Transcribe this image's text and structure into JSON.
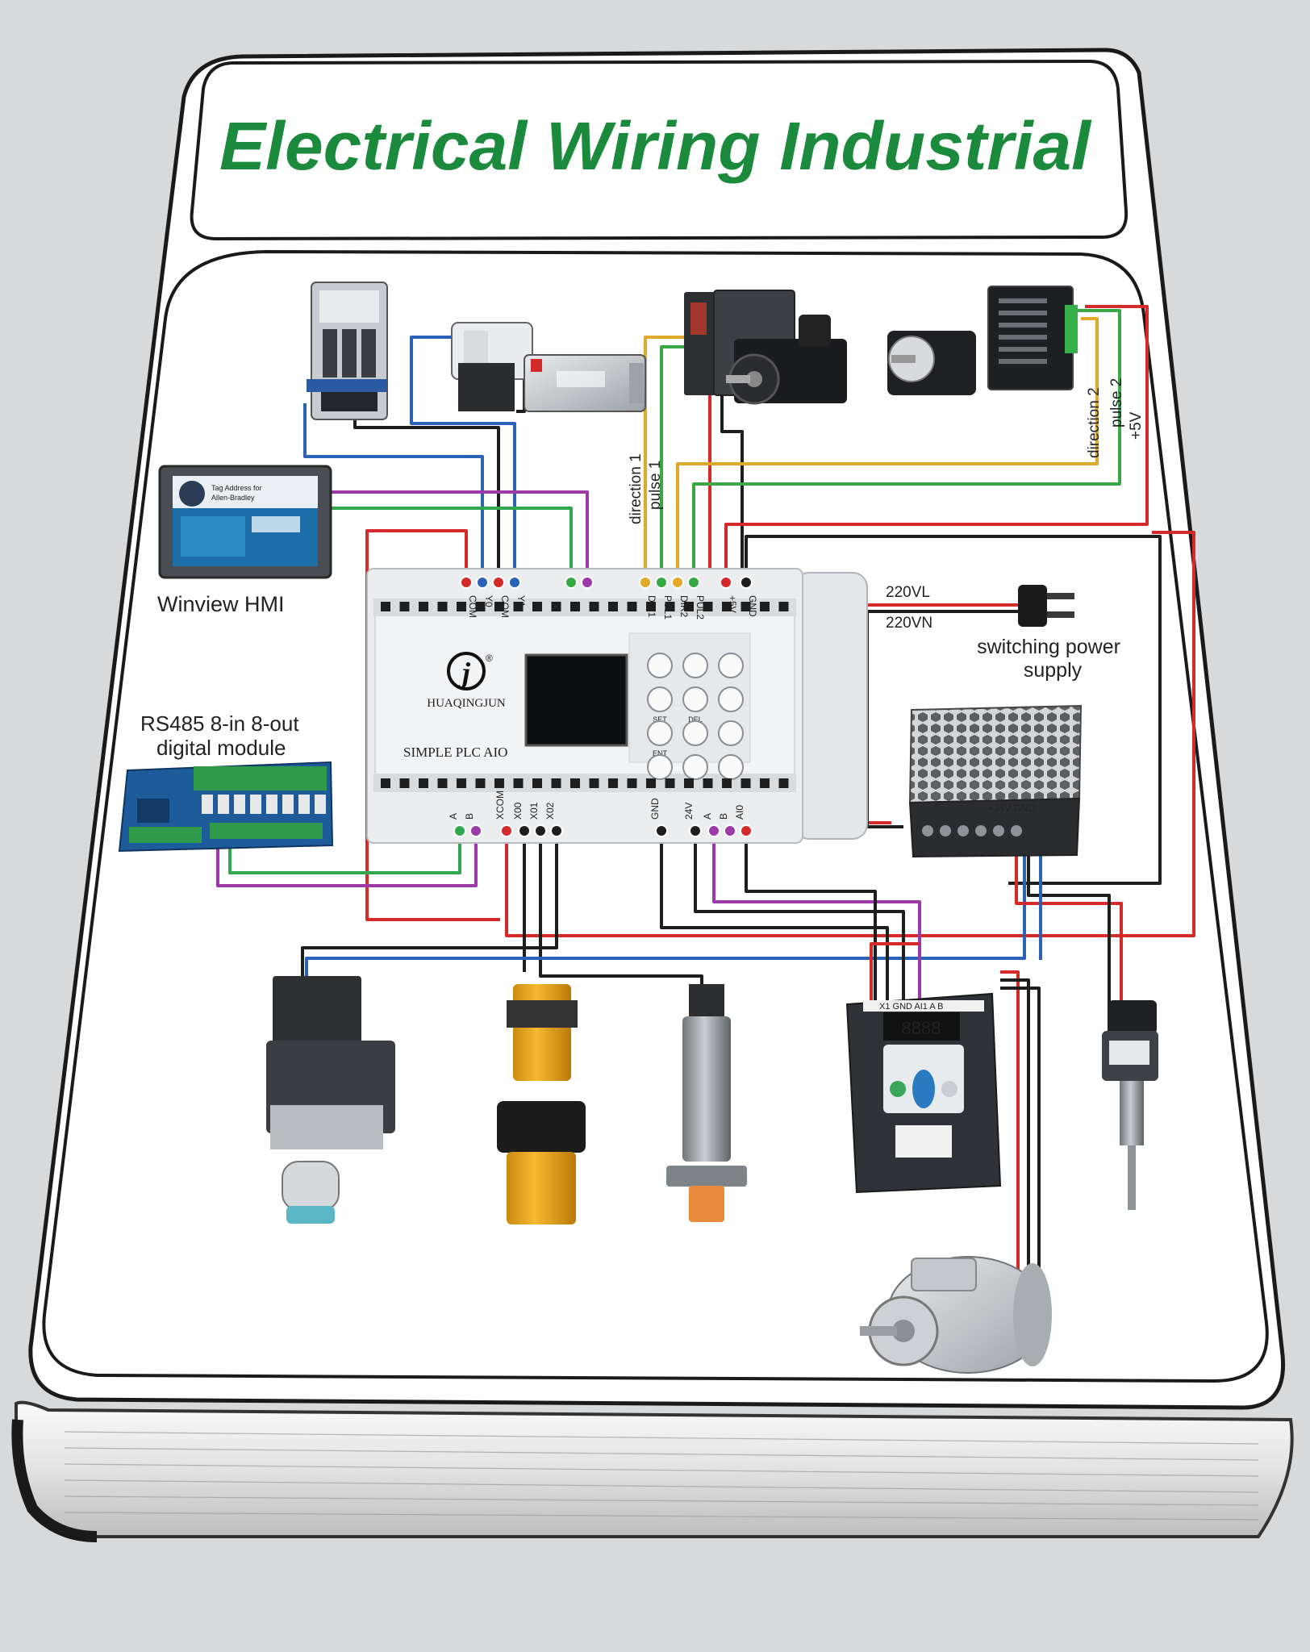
{
  "cover": {
    "title": "Electrical Wiring Industrial",
    "title_color": "#1c8a3c"
  },
  "plc": {
    "brand": "HUAQINGJUN",
    "model": "SIMPLE PLC AIO",
    "logo_mark": "j",
    "logo_registered": "®",
    "keys": [
      "",
      "",
      "",
      "SET",
      "DEL",
      "",
      "ENT",
      "",
      "",
      "",
      "",
      ""
    ],
    "top_terminals": [
      "COM",
      "Y0",
      "COM",
      "Y1",
      "",
      "",
      "DIR1",
      "PUL1",
      "DIR2",
      "PUL2",
      "+5V",
      "GND"
    ],
    "bottom_terminals": [
      "A",
      "B",
      "XCOM",
      "X00",
      "X01",
      "X02",
      "GND",
      "24V",
      "A",
      "B",
      "AI0"
    ]
  },
  "labels": {
    "hmi": "Winview HMI",
    "rs485_line1": "RS485 8-in 8-out",
    "rs485_line2": "digital module",
    "direction1": "direction 1",
    "pulse1": "pulse 1",
    "direction2": "direction 2",
    "pulse2": "pulse 2",
    "plus5v": "+5V",
    "vac_l": "220VL",
    "vac_n": "220VN",
    "psu_line1": "switching power",
    "psu_line2": "supply",
    "psu_terminals": "+24V GND",
    "vfd_terminals": "X1 GND AI1 A B",
    "vfd_display": "8888"
  },
  "hmi_screen": {
    "line1": "Tag Address for",
    "line2": "Allen-Bradley"
  },
  "wire_colors": {
    "red": "#d42a2a",
    "black": "#1e1e1e",
    "blue": "#2a62b8",
    "green": "#2fa84f",
    "purple": "#9b3aa8",
    "yellow": "#e0a92a",
    "green_sig": "#37a845"
  }
}
